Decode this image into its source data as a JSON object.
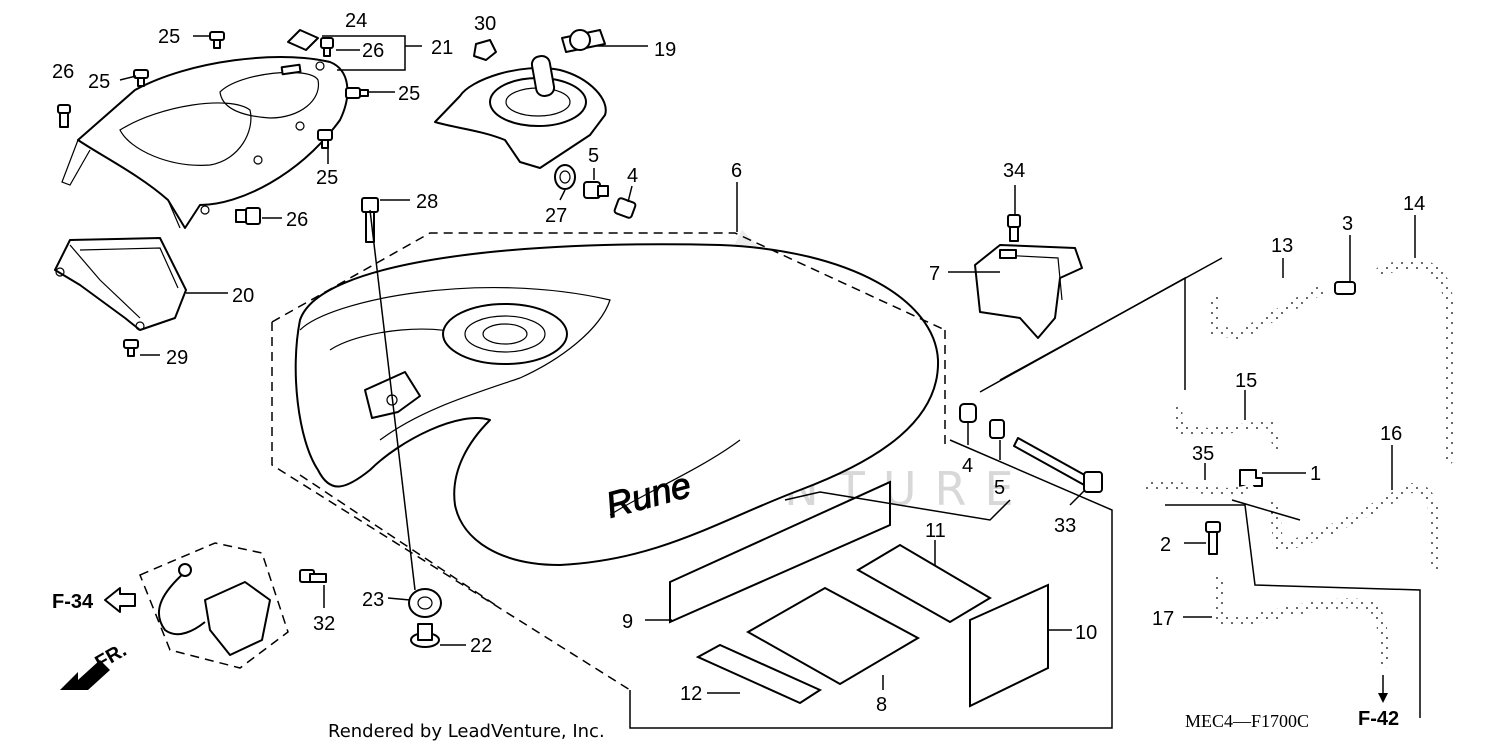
{
  "diagram": {
    "code": "MEC4—F1700C",
    "credit": "Rendered by LeadVenture, Inc.",
    "watermark": "LEADVENTURE",
    "emblem_script": "Rune",
    "refs": {
      "f34": "F-34",
      "f42": "F-42"
    },
    "front_label": "FR.",
    "callouts": [
      "25",
      "24",
      "26",
      "21",
      "26",
      "25",
      "25",
      "25",
      "26",
      "20",
      "29",
      "30",
      "19",
      "27",
      "5",
      "4",
      "28",
      "6",
      "34",
      "7",
      "13",
      "3",
      "14",
      "15",
      "16",
      "35",
      "1",
      "4",
      "5",
      "33",
      "11",
      "2",
      "17",
      "9",
      "10",
      "12",
      "8",
      "23",
      "22",
      "32"
    ]
  }
}
